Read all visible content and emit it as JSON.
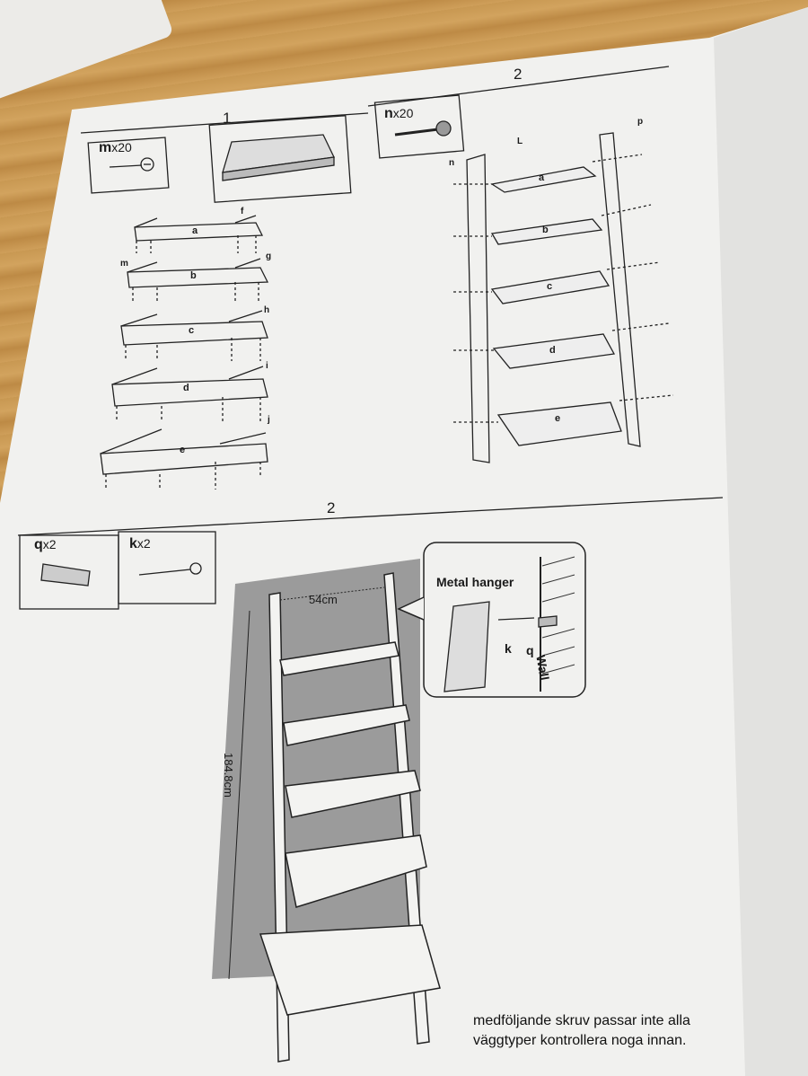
{
  "steps": {
    "step1": "1",
    "step2_top": "2",
    "step2_bottom": "2"
  },
  "parts": {
    "m": {
      "letter": "m",
      "qty": "x20"
    },
    "n": {
      "letter": "n",
      "qty": "x20"
    },
    "q": {
      "letter": "q",
      "qty": "x2"
    },
    "k": {
      "letter": "k",
      "qty": "x2"
    }
  },
  "shelves_left": [
    "a",
    "b",
    "c",
    "d",
    "e"
  ],
  "shelves_right": [
    "a",
    "b",
    "c",
    "d",
    "e"
  ],
  "side_labels_left": [
    "f",
    "g",
    "h",
    "i",
    "j"
  ],
  "screw_label_left": "m",
  "callouts_right": {
    "n": "n",
    "l": "L",
    "p": "p"
  },
  "hanger": {
    "title": "Metal hanger",
    "k": "k",
    "q": "q",
    "wall": "Wall"
  },
  "dimensions": {
    "width": "54cm",
    "height": "184.8cm"
  },
  "note": {
    "line1": "medföljande skruv passar inte alla",
    "line2": "väggtyper kontrollera noga innan."
  }
}
